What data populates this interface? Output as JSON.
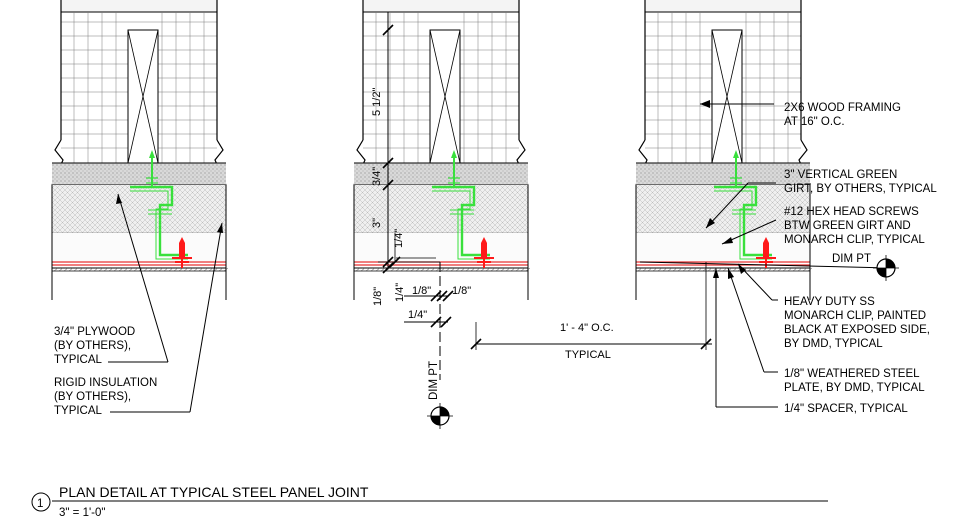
{
  "labels": {
    "wood_framing": [
      "2X6 WOOD FRAMING",
      "AT 16\" O.C."
    ],
    "green_girt": [
      "3\" VERTICAL GREEN",
      "GIRT, BY OTHERS, TYPICAL"
    ],
    "hex_screws": [
      "#12 HEX HEAD SCREWS",
      "BTW GREEN GIRT AND",
      "MONARCH CLIP, TYPICAL"
    ],
    "dim_pt_right": "DIM PT",
    "monarch_clip": [
      "HEAVY DUTY SS",
      "MONARCH CLIP, PAINTED",
      "BLACK AT EXPOSED SIDE,",
      "BY DMD, TYPICAL"
    ],
    "steel_plate": [
      "1/8\" WEATHERED STEEL",
      "PLATE, BY DMD, TYPICAL"
    ],
    "spacer": "1/4\" SPACER, TYPICAL",
    "plywood": [
      "3/4\" PLYWOOD",
      "(BY OTHERS),",
      "TYPICAL"
    ],
    "insulation": [
      "RIGID INSULATION",
      "(BY OTHERS),",
      "TYPICAL"
    ],
    "dim_pt_bottom": "DIM PT"
  },
  "dimensions": {
    "v_5_1_2": "5 1/2\"",
    "v_3_4": "3/4\"",
    "v_3": "3\"",
    "v_1_4": "1/4\"",
    "v_1_8": "1/8\"",
    "v_1_4_b": "1/4\"",
    "h_1_8_a": "1/8\"",
    "h_1_8_b": "1/8\"",
    "h_1_4": "1/4\"",
    "spacing": "1' - 4\" O.C.",
    "typical": "TYPICAL"
  },
  "title": {
    "number": "1",
    "text": "PLAN DETAIL AT TYPICAL STEEL PANEL JOINT",
    "scale": "3\" = 1'-0\""
  },
  "colors": {
    "line": "#000000",
    "girt_green": "#39e03c",
    "clip_red": "#ff1a1a",
    "plate_red": "#e83030",
    "insulation_fill": "#e9e9e9",
    "plywood_fill": "#d6d6d6"
  }
}
